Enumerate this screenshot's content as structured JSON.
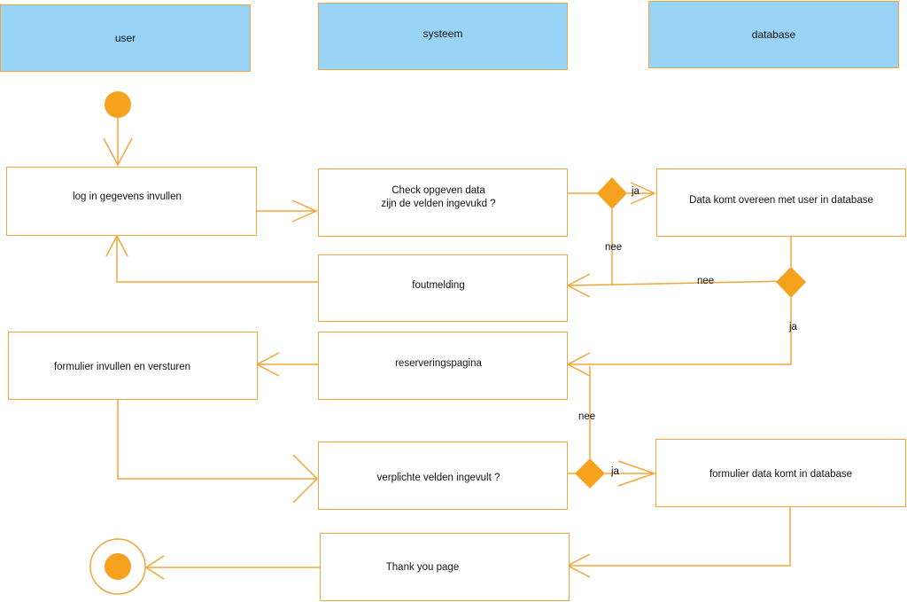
{
  "lanes": {
    "user": "user",
    "system": "systeem",
    "database": "database"
  },
  "nodes": {
    "login": "log in gegevens invullen",
    "check": "Check opgeven data\nzijn de velden ingevukd ?",
    "match": "Data komt overeen met user in database",
    "error": "foutmelding",
    "reservation": "reserveringspagina",
    "form": "formulier invullen en  versturen",
    "required": "verplichte velden ingevult  ?",
    "stored": "formulier data komt in database",
    "thanks": "Thank you page"
  },
  "edge_labels": {
    "check_yes": "ja",
    "check_no": "nee",
    "match_no": "nee",
    "match_yes": "ja",
    "required_no": "nee",
    "required_yes": "ja"
  },
  "colors": {
    "lane_fill": "#99d3f5",
    "accent": "#f2a53a",
    "node_fill": "#f6a21e"
  }
}
